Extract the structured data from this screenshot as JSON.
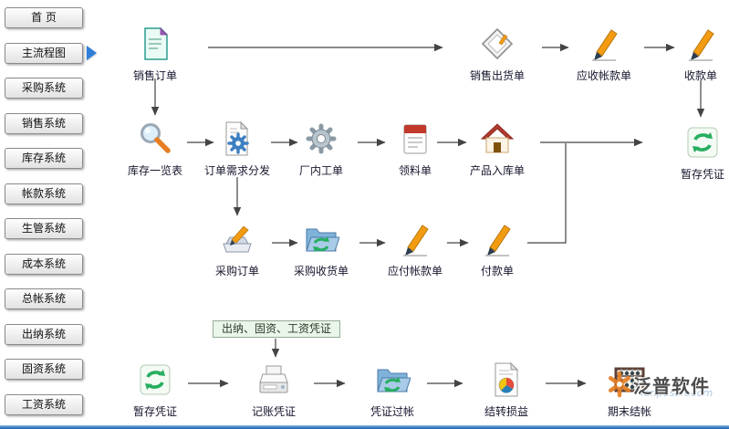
{
  "sidebar": {
    "active_item": "主流程图",
    "items": [
      {
        "label": "首 页"
      },
      {
        "label": "主流程图"
      },
      {
        "label": "采购系统"
      },
      {
        "label": "销售系统"
      },
      {
        "label": "库存系统"
      },
      {
        "label": "帐款系统"
      },
      {
        "label": "生管系统"
      },
      {
        "label": "成本系统"
      },
      {
        "label": "总帐系统"
      },
      {
        "label": "出纳系统"
      },
      {
        "label": "固资系统"
      },
      {
        "label": "工资系统"
      }
    ]
  },
  "flowchart": {
    "annotation": "出纳、固资、工资凭证",
    "nodes": [
      {
        "id": "sales-order",
        "label": "销售订单",
        "icon": "document-icon"
      },
      {
        "id": "sales-shipment",
        "label": "销售出货单",
        "icon": "diamond-box-icon"
      },
      {
        "id": "accounts-receivable",
        "label": "应收帐款单",
        "icon": "pen-icon"
      },
      {
        "id": "receipt",
        "label": "收款单",
        "icon": "pen-icon"
      },
      {
        "id": "inventory-list",
        "label": "库存一览表",
        "icon": "magnifier-icon"
      },
      {
        "id": "order-demand-dispatch",
        "label": "订单需求分发",
        "icon": "document-gear-icon"
      },
      {
        "id": "internal-work-order",
        "label": "厂内工单",
        "icon": "gear-icon"
      },
      {
        "id": "material-requisition",
        "label": "领料单",
        "icon": "notepad-icon"
      },
      {
        "id": "product-warehouse-entry",
        "label": "产品入库单",
        "icon": "house-icon"
      },
      {
        "id": "temp-voucher-right",
        "label": "暂存凭证",
        "icon": "recycle-icon"
      },
      {
        "id": "purchase-order",
        "label": "采购订单",
        "icon": "scanner-pen-icon"
      },
      {
        "id": "purchase-receipt",
        "label": "采购收货单",
        "icon": "folder-recycle-icon"
      },
      {
        "id": "accounts-payable",
        "label": "应付帐款单",
        "icon": "pen-icon"
      },
      {
        "id": "payment",
        "label": "付款单",
        "icon": "pen-icon"
      },
      {
        "id": "temp-voucher-bottom",
        "label": "暂存凭证",
        "icon": "recycle-icon"
      },
      {
        "id": "bookkeeping-voucher",
        "label": "记账凭证",
        "icon": "register-icon"
      },
      {
        "id": "voucher-posting",
        "label": "凭证过帐",
        "icon": "folder-recycle-icon"
      },
      {
        "id": "profit-loss-carryover",
        "label": "结转损益",
        "icon": "pie-document-icon"
      },
      {
        "id": "period-end-closing",
        "label": "期末结帐",
        "icon": "abacus-icon"
      }
    ]
  },
  "watermark": {
    "brand": "泛普软件",
    "domain": "fanpusoft.com"
  },
  "colors": {
    "accent_blue": "#2f7ed8",
    "arrow": "#444444",
    "annotation_bg": "#e9f6e9"
  }
}
